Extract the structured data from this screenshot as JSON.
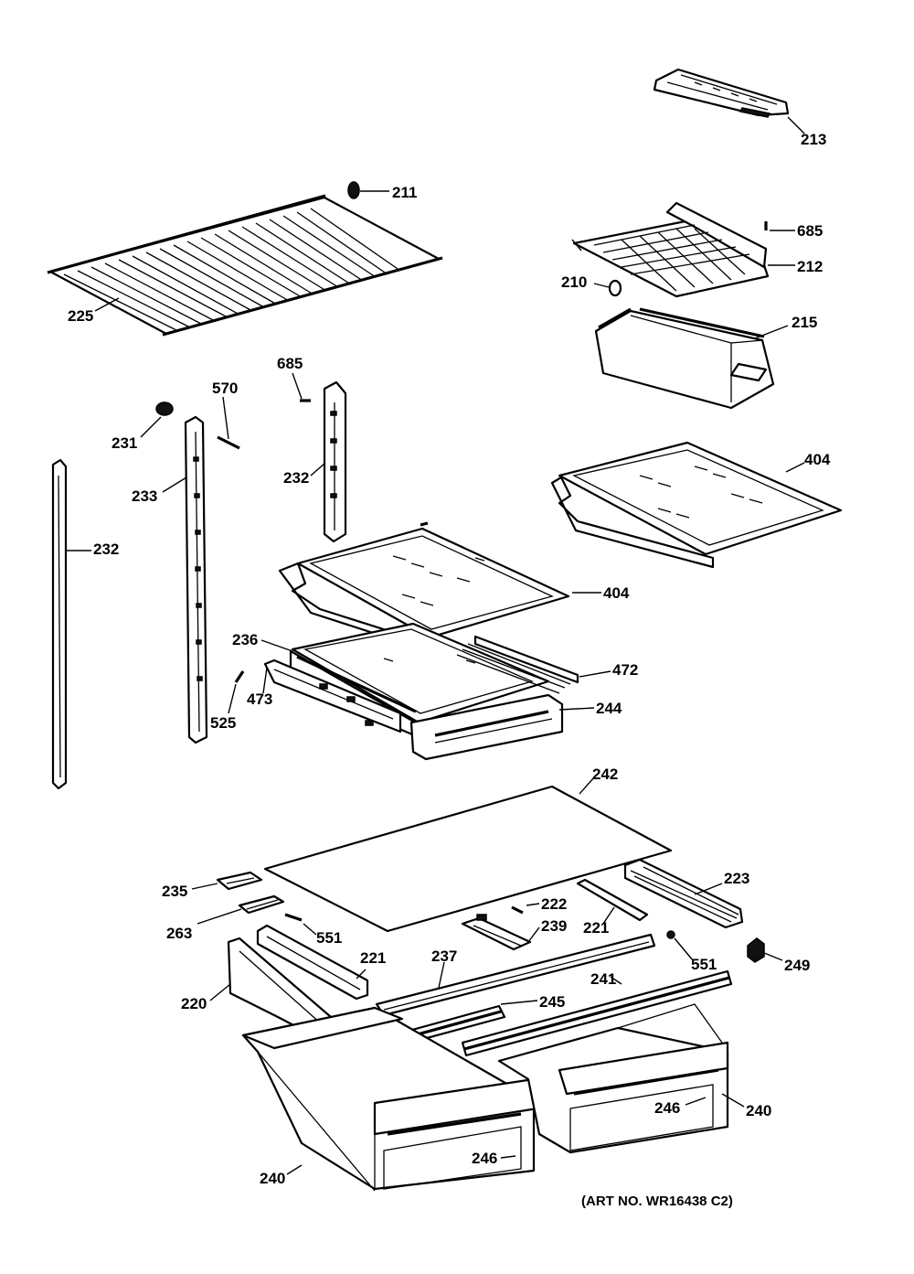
{
  "labels": {
    "p213": "213",
    "p211": "211",
    "p685a": "685",
    "p212": "212",
    "p210": "210",
    "p215": "215",
    "p225": "225",
    "p685b": "685",
    "p570": "570",
    "p231": "231",
    "p232a": "232",
    "p233": "233",
    "p232b": "232",
    "p404a": "404",
    "p404b": "404",
    "p236": "236",
    "p472": "472",
    "p525": "525",
    "p473": "473",
    "p244": "244",
    "p242": "242",
    "p235": "235",
    "p223": "223",
    "p222": "222",
    "p263": "263",
    "p551a": "551",
    "p239": "239",
    "p221a": "221",
    "p221b": "221",
    "p551b": "551",
    "p249": "249",
    "p237": "237",
    "p241": "241",
    "p220": "220",
    "p245": "245",
    "p246a": "246",
    "p246b": "246",
    "p240a": "240",
    "p240b": "240"
  },
  "art_number": "(ART NO. WR16438 C2)"
}
